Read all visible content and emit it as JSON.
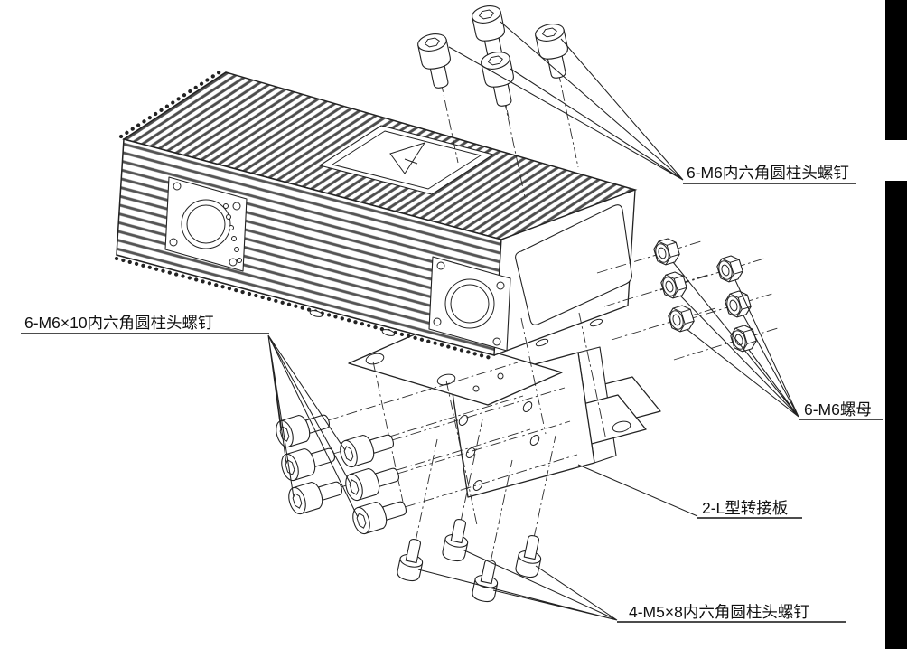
{
  "drawing": {
    "type": "exploded-assembly-diagram",
    "labels": {
      "top_screws": "6-M6内六角圆柱头螺钉",
      "left_screws": "6-M6×10内六角圆柱头螺钉",
      "nuts": "6-M6螺母",
      "bracket": "2-L型转接板",
      "bottom_screws": "4-M5×8内六角圆柱头螺钉"
    },
    "colors": {
      "line": "#222222",
      "background": "#ffffff",
      "edge_bar": "#000000"
    }
  }
}
